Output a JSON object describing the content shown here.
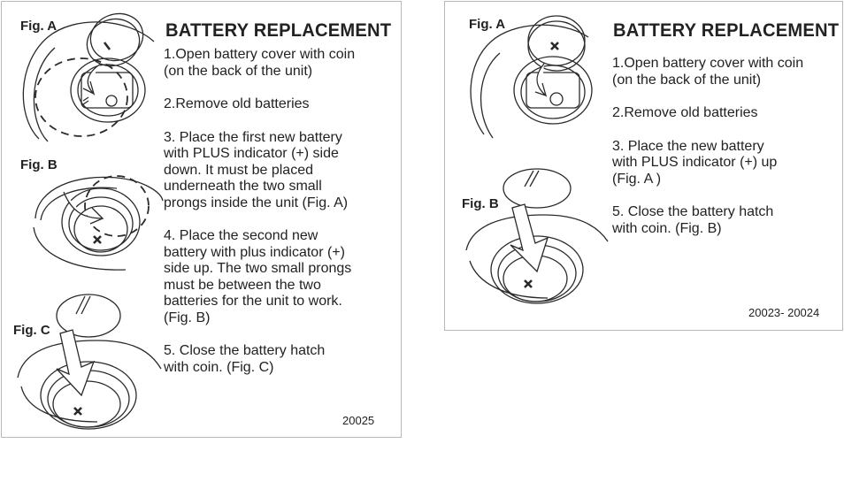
{
  "left_card": {
    "title": "BATTERY REPLACEMENT",
    "fig_a_label": "Fig. A",
    "fig_b_label": "Fig. B",
    "fig_c_label": "Fig. C",
    "steps": [
      "1.Open battery cover with coin\n(on the back of the unit)",
      "2.Remove old batteries",
      "3. Place the first new battery\nwith PLUS indicator (+) side\ndown. It must be placed\nunderneath the two small\nprongs inside the unit (Fig. A)",
      "4. Place the second new\nbattery with plus indicator (+)\nside up. The two small prongs\nmust be between the two\nbatteries for the unit to work.\n(Fig. B)",
      "5. Close the battery hatch\nwith coin. (Fig. C)"
    ],
    "model_code": "20025"
  },
  "right_card": {
    "title": "BATTERY REPLACEMENT",
    "fig_a_label": "Fig. A",
    "fig_b_label": "Fig. B",
    "steps": [
      "1.Open battery cover with coin\n(on the back of the unit)",
      "2.Remove old batteries",
      "3. Place the new battery\nwith PLUS indicator (+) up\n(Fig. A )",
      "5. Close the battery hatch\nwith coin. (Fig. B)"
    ],
    "model_code": "20023- 20024"
  }
}
